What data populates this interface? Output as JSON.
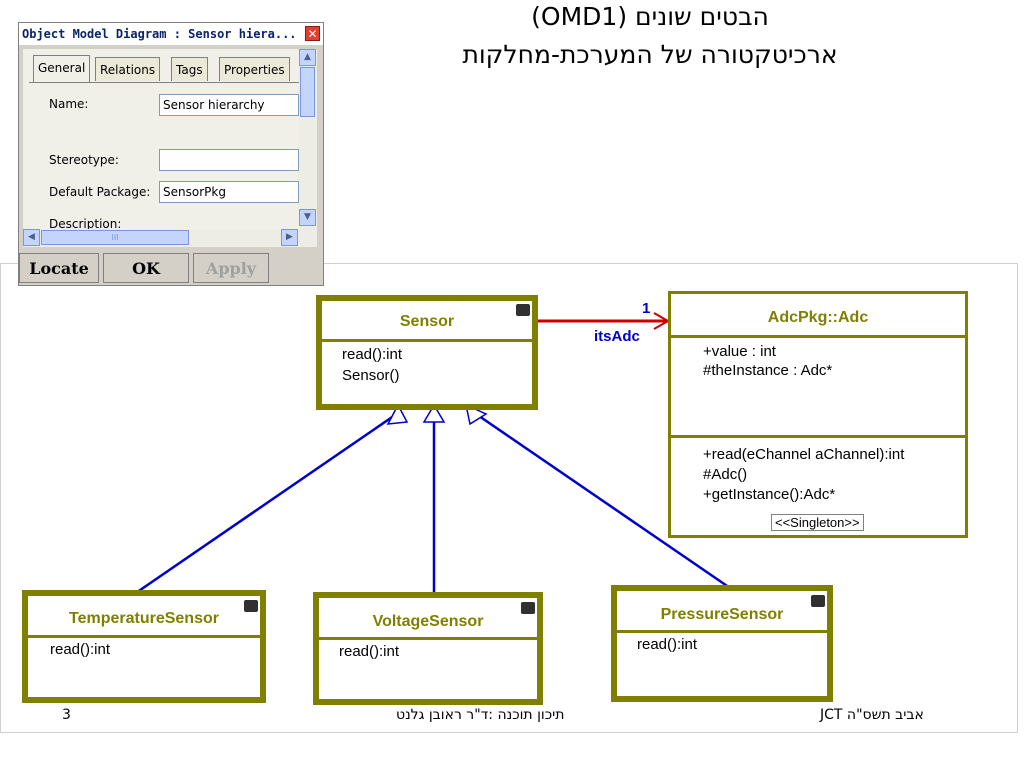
{
  "slide": {
    "title_line1": "הבטים שונים (OMD1)",
    "title_line2": "ארכיטקטורה של המערכת-מחלקות"
  },
  "dialog": {
    "title": "Object Model Diagram : Sensor hiera...",
    "close_glyph": "✕",
    "tabs": [
      "General",
      "Relations",
      "Tags",
      "Properties"
    ],
    "name_label": "Name:",
    "name_value": "Sensor hierarchy",
    "stereotype_label": "Stereotype:",
    "stereotype_value": "",
    "package_label": "Default Package:",
    "package_value": "SensorPkg",
    "description_label": "Description:",
    "hscroll_grip": "III",
    "buttons": {
      "locate": "Locate",
      "ok": "OK",
      "apply": "Apply"
    }
  },
  "diagram": {
    "sensor": {
      "name": "Sensor",
      "ops": [
        "read():int",
        "Sensor()"
      ]
    },
    "adc": {
      "name": "AdcPkg::Adc",
      "attrs": [
        "+value : int",
        "#theInstance : Adc*"
      ],
      "ops": [
        "+read(eChannel aChannel):int",
        "#Adc()",
        "+getInstance():Adc*"
      ],
      "stereotype": "<<Singleton>>"
    },
    "assoc": {
      "multiplicity": "1",
      "role": "itsAdc"
    },
    "temperature": {
      "name": "TemperatureSensor",
      "ops": [
        "read():int"
      ]
    },
    "voltage": {
      "name": "VoltageSensor",
      "ops": [
        "read():int"
      ]
    },
    "pressure": {
      "name": "PressureSensor",
      "ops": [
        "read():int"
      ]
    }
  },
  "footer": {
    "page_number": "3",
    "center": "תיכון תוכנה :ד\"ר ראובן גלנט",
    "right": "אביב תשס\"ה JCT"
  },
  "colors": {
    "class_border": "#808000",
    "association": "#cc0000",
    "generalization": "#0000cc",
    "role_text": "#0000cc"
  }
}
